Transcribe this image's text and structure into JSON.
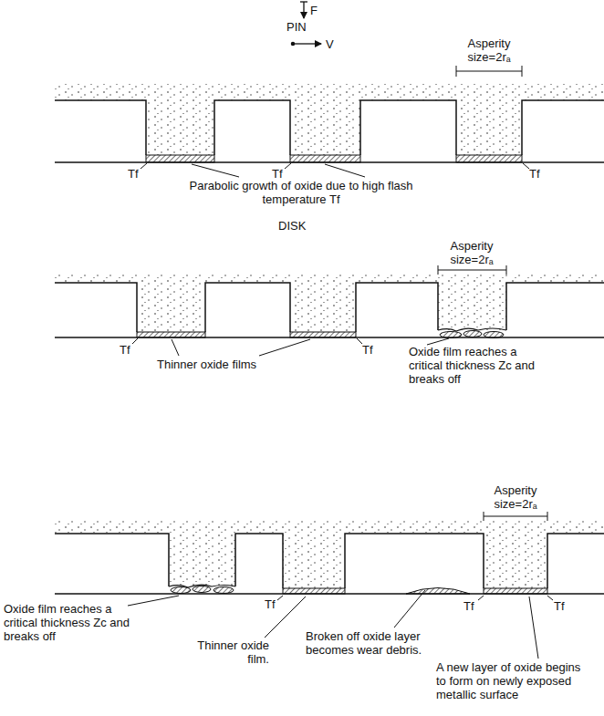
{
  "diagram": {
    "labels": [
      "F",
      "PIN",
      "V",
      "Asperity size=2rₐ",
      "Tf",
      "Tf",
      "Tf",
      "Parabolic growth of oxide due to high flash temperature Tf",
      "DISK",
      "Asperity size=2rₐ",
      "Tf",
      "Tf",
      "Thinner oxide films",
      "Oxide film reaches a critical thickness Zc and breaks off",
      "Asperity size=2rₐ",
      "Oxide film reaches a critical thickness Zc and breaks off",
      "Tf",
      "Thinner oxide film.",
      "Broken off oxide layer becomes wear debris.",
      "Tf",
      "Tf",
      "A new layer of oxide begins to form on newly exposed metallic surface"
    ]
  }
}
